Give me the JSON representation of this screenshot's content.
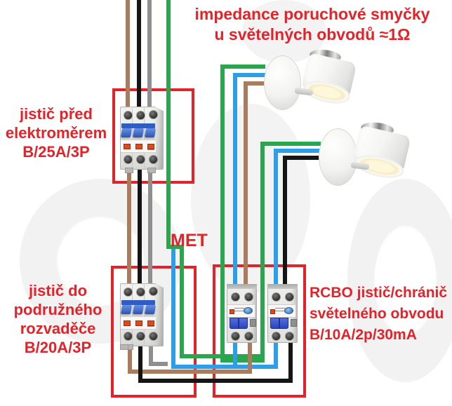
{
  "title_note": {
    "line1": "impedance poruchové smyčky",
    "line2": "u světelných obvodů ≈1Ω"
  },
  "labels": {
    "main_breaker": {
      "lines": [
        "jistič před",
        "elektroměrem",
        "B/25A/3P"
      ]
    },
    "met": "MET",
    "sub_breaker": {
      "lines": [
        "jistič do",
        "podružného",
        "rozvaděče",
        "B/20A/3P"
      ]
    },
    "rcbo": {
      "lines": [
        "RCBO jistič/chránič",
        "světelného obvodu",
        "B/10A/2p/30mA"
      ]
    }
  },
  "colors": {
    "accent_red": "#e2232a",
    "wire_brown": "#ab7b5e",
    "wire_black": "#151515",
    "wire_gray": "#8f8f8f",
    "wire_green": "#2aa64e",
    "wire_blue": "#2d9fe8"
  },
  "components": {
    "main_breaker": "3P miniature circuit breaker",
    "sub_breaker": "3P miniature circuit breaker",
    "rcbo_1": "2p RCBO",
    "rcbo_2": "2p RCBO",
    "lamp_1": "wall spot light",
    "lamp_2": "wall spot light"
  }
}
